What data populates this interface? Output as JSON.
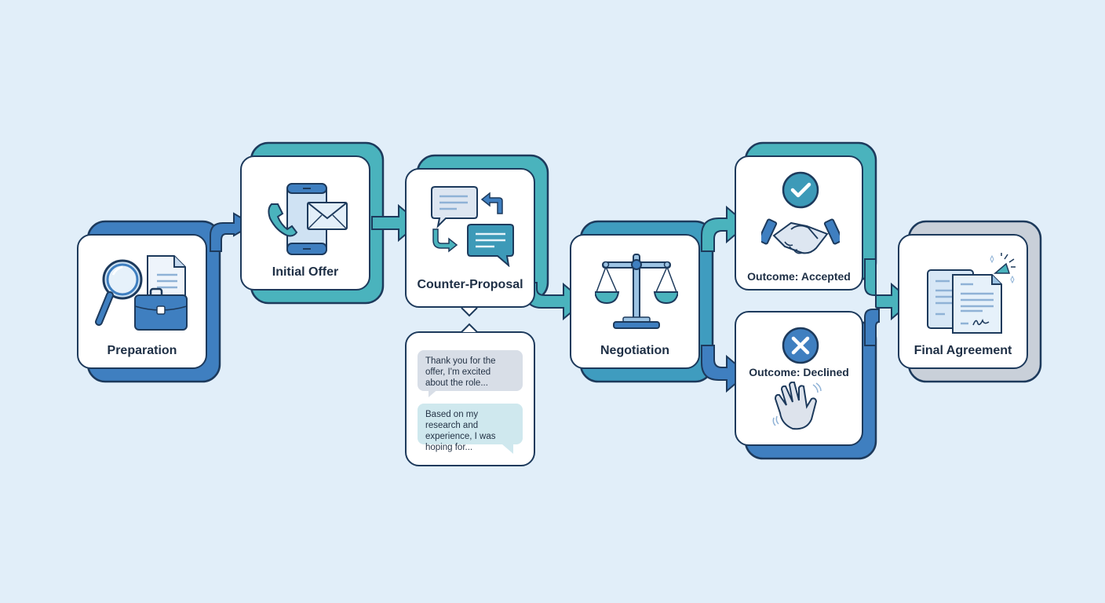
{
  "diagram": {
    "title": "Job Offer Negotiation Process",
    "colors": {
      "background": "#e1eef9",
      "blue": "#3f7fc0",
      "teal": "#4ab3bd",
      "gray": "#c9d0d9",
      "outline": "#1d3a5c",
      "text": "#1e2f45"
    },
    "steps": [
      {
        "id": "preparation",
        "label": "Preparation",
        "icon": "magnifier-briefcase-document-icon"
      },
      {
        "id": "initial-offer",
        "label": "Initial Offer",
        "icon": "phone-envelope-icon"
      },
      {
        "id": "counter-proposal",
        "label": "Counter-Proposal",
        "icon": "chat-exchange-icon"
      },
      {
        "id": "negotiation",
        "label": "Negotiation",
        "icon": "balance-scale-icon"
      },
      {
        "id": "outcome-accepted",
        "label": "Outcome: Accepted",
        "icon": "handshake-check-icon"
      },
      {
        "id": "outcome-declined",
        "label": "Outcome: Declined",
        "icon": "waving-hand-x-icon"
      },
      {
        "id": "final-agreement",
        "label": "Final Agreement",
        "icon": "signed-documents-icon"
      }
    ],
    "counter_proposal_messages": [
      "Thank you for the offer, I'm excited about the role...",
      "Based on my research and experience, I was hoping for..."
    ]
  }
}
